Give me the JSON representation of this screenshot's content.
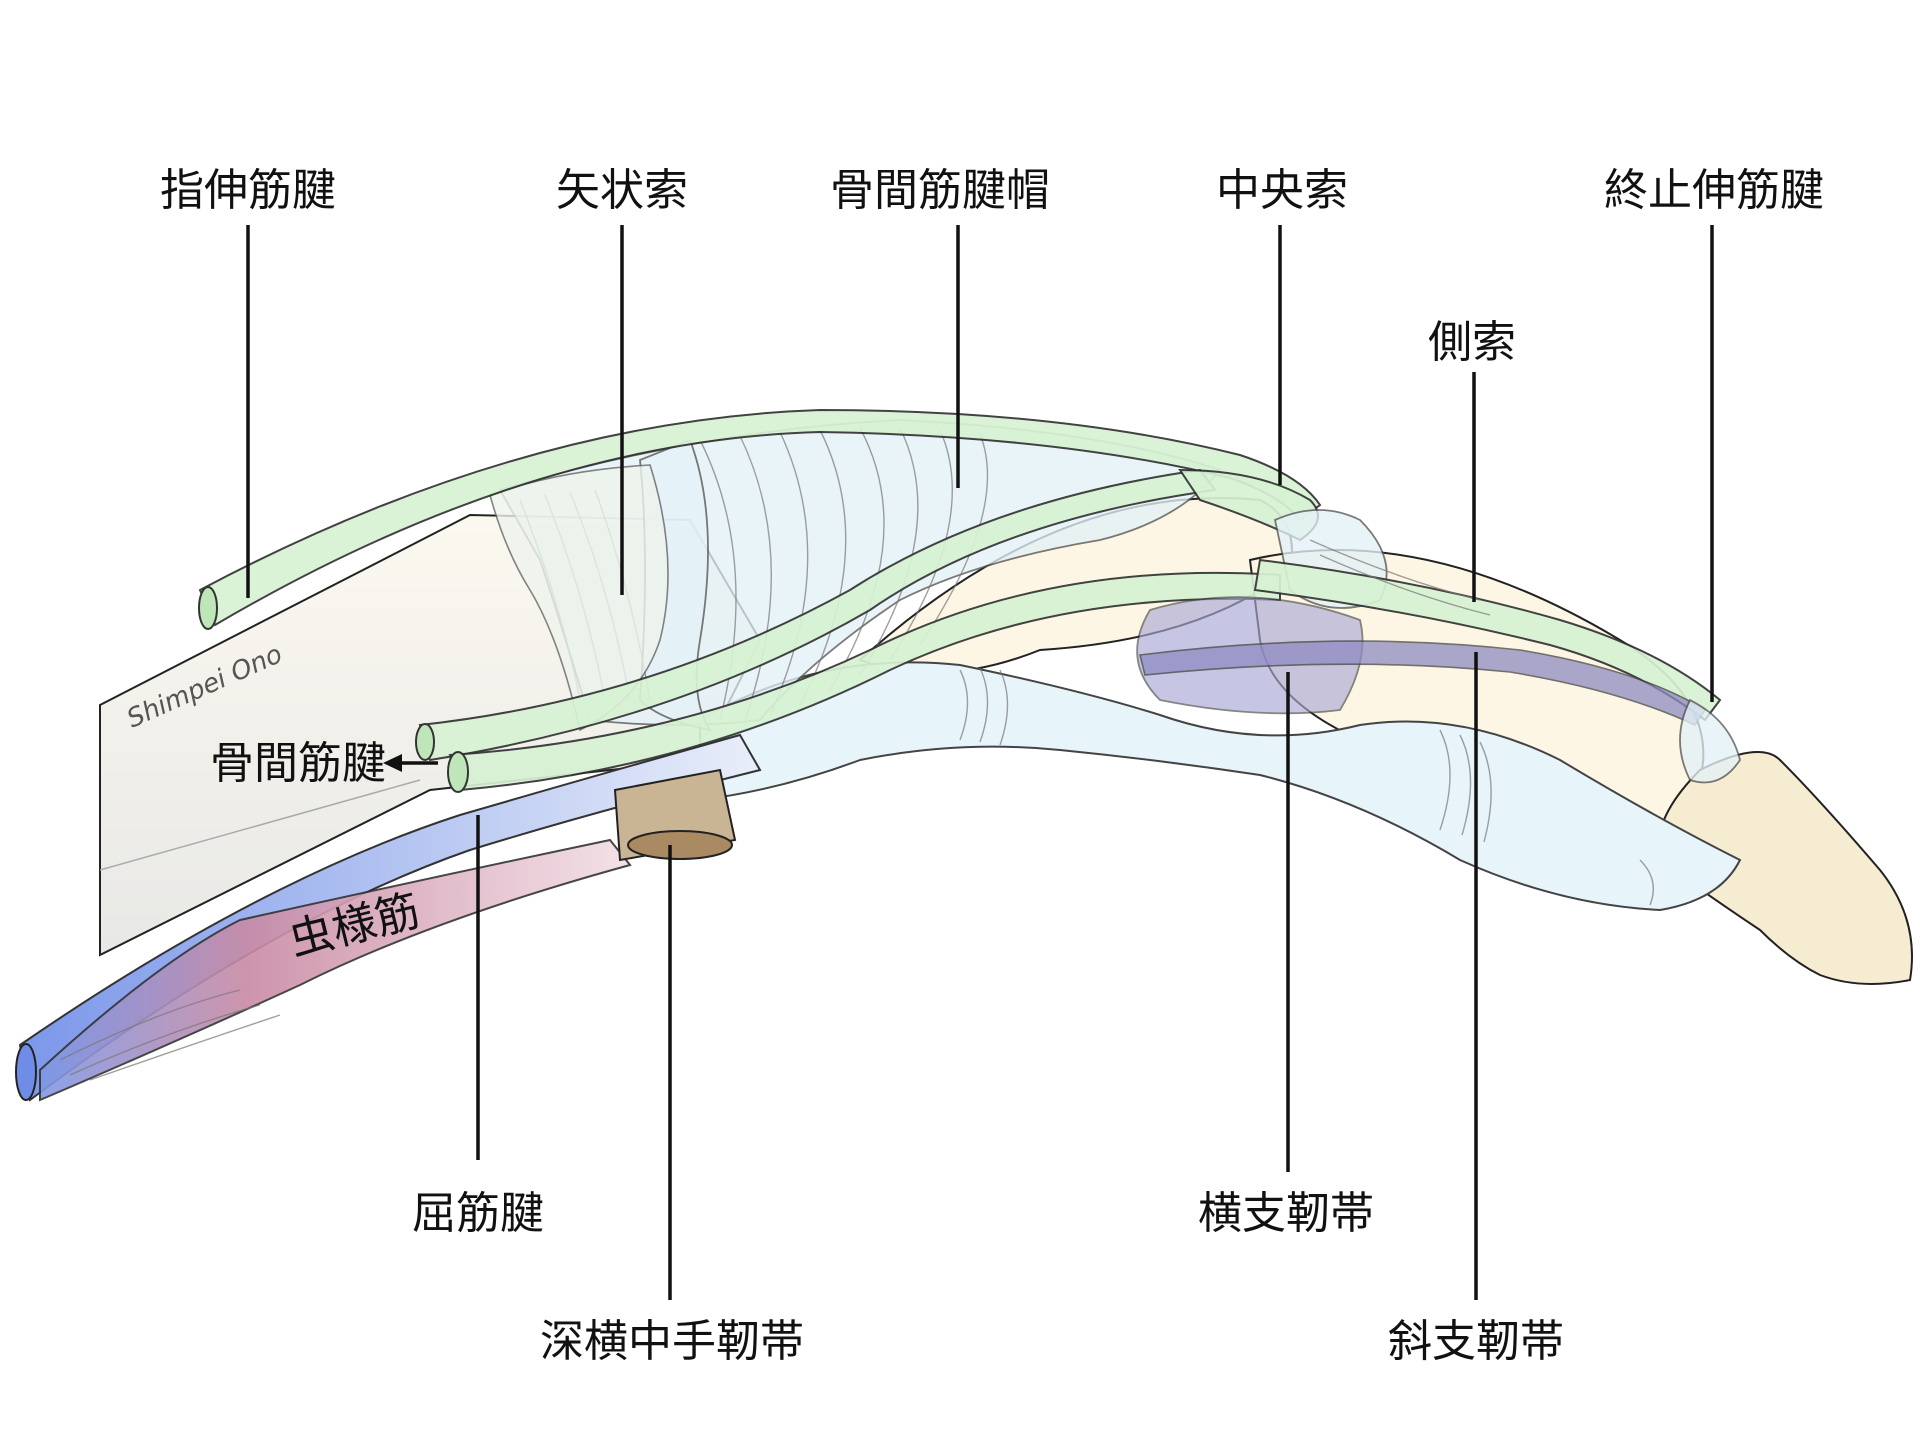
{
  "labels": {
    "extensor_tendon": "指伸筋腱",
    "sagittal_band": "矢状索",
    "interosseous_hood": "骨間筋腱帽",
    "central_slip": "中央索",
    "terminal_tendon": "終止伸筋腱",
    "lateral_band": "側索",
    "interosseous_tendon": "骨間筋腱",
    "lumbrical": "虫様筋",
    "flexor_tendon": "屈筋腱",
    "deep_transverse_metacarpal_ligament": "深横中手靭帯",
    "transverse_retinacular_ligament": "横支靭帯",
    "oblique_retinacular_ligament": "斜支靭帯"
  },
  "signature": "Shimpei Ono",
  "colors": {
    "extensor": "#d7f2d3",
    "hood": "#e4f2f8",
    "bone": "#fdf6e4",
    "lumbrical": "#d9a4b6",
    "flexor_blue": "#8fa6e8",
    "ligament_brown": "#b59d7d",
    "retinacular_purple": "#9a96c4"
  }
}
